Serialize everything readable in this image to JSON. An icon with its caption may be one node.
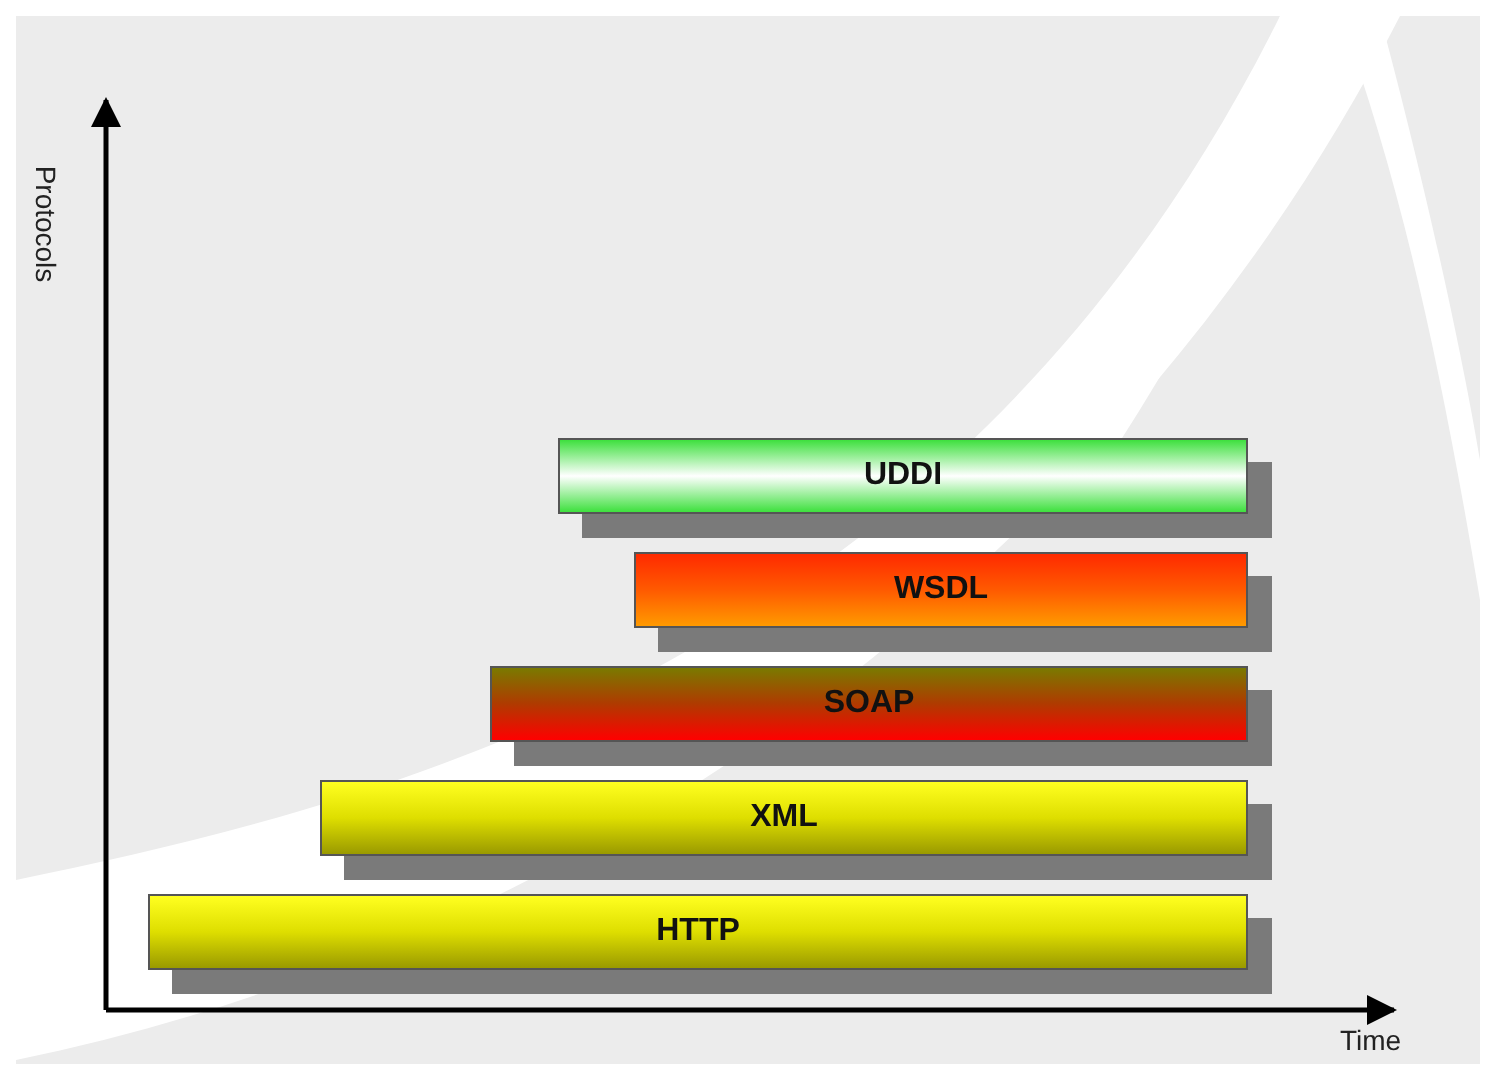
{
  "diagram": {
    "nodes": [
      {
        "text": [
          "UDDI"
        ]
      },
      {
        "text": [
          "WSDL"
        ]
      },
      {
        "text": [
          "SOAP"
        ]
      },
      {
        "text": [
          "XML"
        ]
      },
      {
        "text": [
          "HTTP"
        ]
      }
    ],
    "edges": [],
    "labels": [
      "Protocols",
      "Time"
    ]
  }
}
